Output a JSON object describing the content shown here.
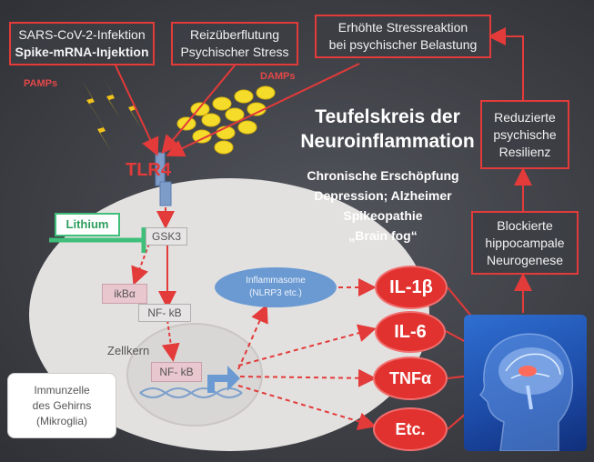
{
  "boxes": {
    "sars_line1": "SARS-CoV-2-Infektion",
    "sars_line2": "Spike-mRNA-Injektion",
    "reiz_line1": "Reizüberflutung",
    "reiz_line2": "Psychischer Stress",
    "stress_line1": "Erhöhte Stressreaktion",
    "stress_line2": "bei psychischer Belastung",
    "resilienz_line1": "Reduzierte",
    "resilienz_line2": "psychische",
    "resilienz_line3": "Resilienz",
    "neuro_line1": "Blockierte",
    "neuro_line2": "hippocampale",
    "neuro_line3": "Neurogenese"
  },
  "labels": {
    "pamps": "PAMPs",
    "damps": "DAMPs",
    "tlr4": "TLR4",
    "lithium": "Lithium",
    "gsk3": "GSK3",
    "ikba": "ikBα",
    "nfkb": "NF- kB",
    "nfkb_nucleus": "NF- kB",
    "zellkern": "Zellkern",
    "inflam_line1": "Inflammasome",
    "inflam_line2": "(NLRP3 etc.)"
  },
  "title": {
    "line1": "Teufelskreis der",
    "line2": "Neuroinflammation"
  },
  "subtitle": {
    "line1": "Chronische Erschöpfung",
    "line2": "Depression; Alzheimer",
    "line3": "Spikeopathie",
    "line4": "„Brain fog“"
  },
  "cytokines": {
    "il1b": "IL-1β",
    "il6": "IL-6",
    "tnfa": "TNFα",
    "etc": "Etc."
  },
  "immune": {
    "line1": "Immunzelle",
    "line2": "des Gehirns",
    "line3": "(Mikroglia)"
  },
  "colors": {
    "red": "#e33a3a",
    "green": "#3fbf7a",
    "cell": "#e3e1df",
    "inflammasome": "#6b9ad3",
    "lightning": "#f2c31a",
    "particles": "#f5dc2a"
  }
}
